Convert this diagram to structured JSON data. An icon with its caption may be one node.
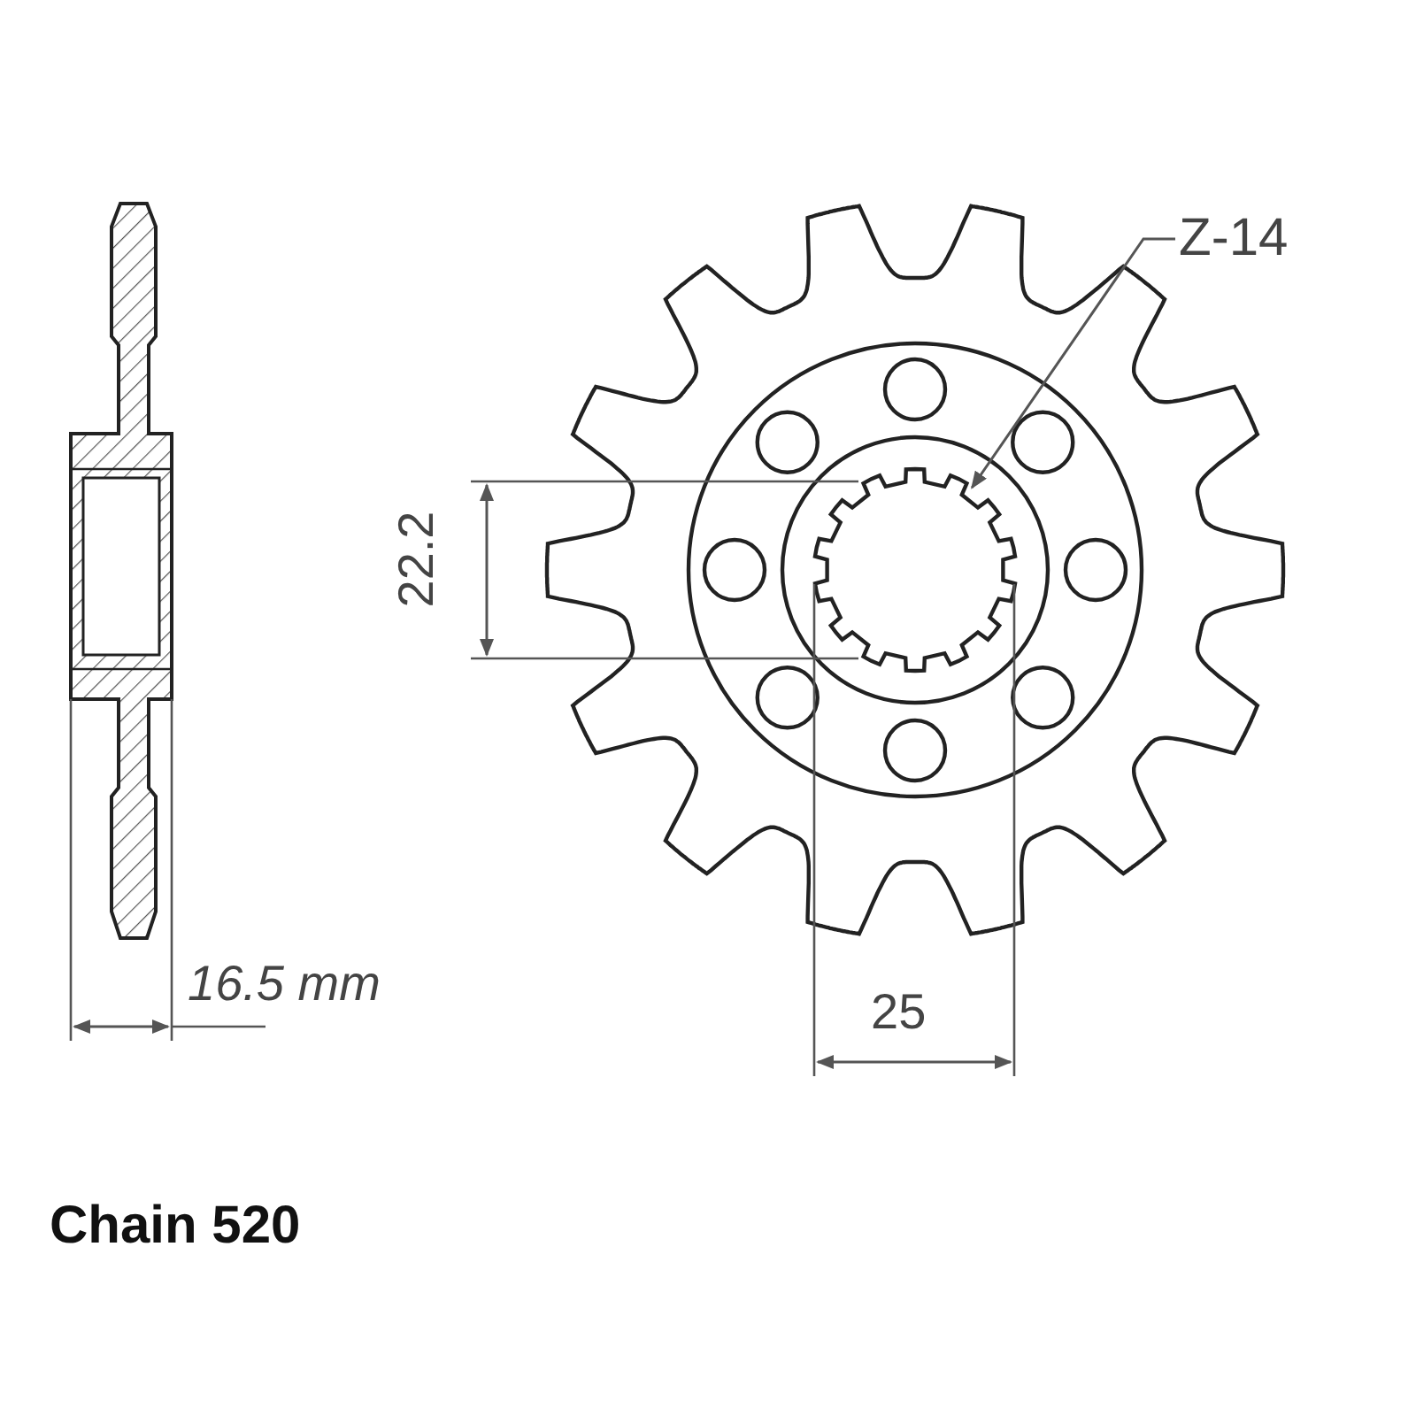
{
  "diagram": {
    "nodes": [
      {
        "text": [
          "Z-14"
        ]
      },
      {
        "text": [],
        "shape": "picture"
      }
    ],
    "edges": [
      {
        "from": 0,
        "to": 1,
        "arrow": "to"
      }
    ],
    "labels": [
      "22.2",
      "16.5 mm",
      "25",
      "Chain 520"
    ]
  }
}
